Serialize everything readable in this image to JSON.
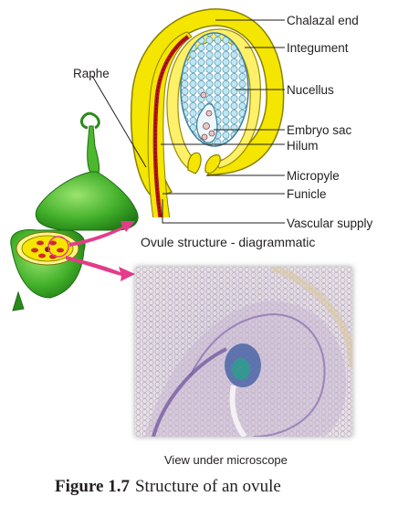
{
  "labels": {
    "chalazal_end": "Chalazal end",
    "integument": "Integument",
    "nucellus": "Nucellus",
    "embryo_sac": "Embryo sac",
    "hilum": "Hilum",
    "micropyle": "Micropyle",
    "funicle": "Funicle",
    "vascular_supply": "Vascular supply",
    "raphe": "Raphe"
  },
  "captions": {
    "diagram": "Ovule structure - diagrammatic",
    "microscope": "View under microscope"
  },
  "figure": {
    "number": "Figure 1.7",
    "title": "Structure of an ovule"
  },
  "colors": {
    "integument": "#f2e200",
    "nucellus": "#9fd8e8",
    "funicle": "#b8141e",
    "pistil": "#4cb82d",
    "arrow": "#e43c8a"
  }
}
